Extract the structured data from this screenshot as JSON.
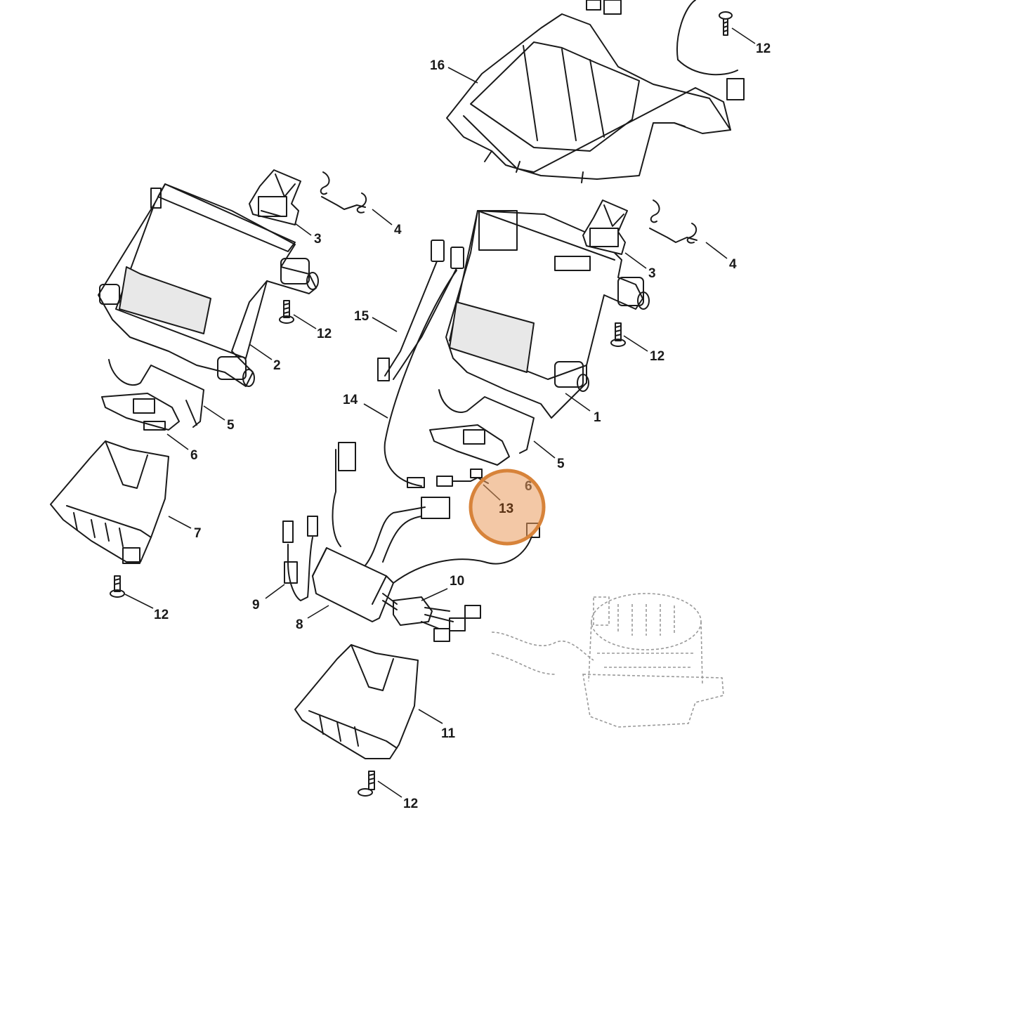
{
  "diagram": {
    "callouts": [
      {
        "id": "c16",
        "label": "16"
      },
      {
        "id": "c12a",
        "label": "12"
      },
      {
        "id": "c3a",
        "label": "3"
      },
      {
        "id": "c4a",
        "label": "4"
      },
      {
        "id": "c3b",
        "label": "3"
      },
      {
        "id": "c4b",
        "label": "4"
      },
      {
        "id": "c12b",
        "label": "12"
      },
      {
        "id": "c15",
        "label": "15"
      },
      {
        "id": "c12c",
        "label": "12"
      },
      {
        "id": "c2",
        "label": "2"
      },
      {
        "id": "c14",
        "label": "14"
      },
      {
        "id": "c1",
        "label": "1"
      },
      {
        "id": "c5a",
        "label": "5"
      },
      {
        "id": "c6a",
        "label": "6"
      },
      {
        "id": "c5b",
        "label": "5"
      },
      {
        "id": "c6b",
        "label": "6"
      },
      {
        "id": "c7",
        "label": "7"
      },
      {
        "id": "c10",
        "label": "10"
      },
      {
        "id": "c9",
        "label": "9"
      },
      {
        "id": "c12d",
        "label": "12"
      },
      {
        "id": "c8",
        "label": "8"
      },
      {
        "id": "c11",
        "label": "11"
      },
      {
        "id": "c12e",
        "label": "12"
      }
    ],
    "highlight": {
      "label": "13",
      "color": "#e99b5c",
      "ring_color": "#d7833a"
    }
  }
}
